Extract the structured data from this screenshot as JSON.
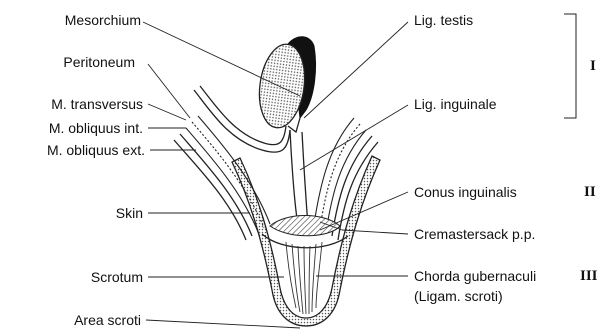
{
  "labels_left": {
    "mesorchium": "Mesorchium",
    "peritoneum": "Peritoneum",
    "m_transversus": "M. transversus",
    "m_obliquus_int": "M. obliquus int.",
    "m_obliquus_ext": "M. obliquus ext.",
    "skin": "Skin",
    "scrotum": "Scrotum",
    "area_scroti": "Area scroti"
  },
  "labels_right": {
    "lig_testis": "Lig. testis",
    "lig_inguinale": "Lig. inguinale",
    "conus_inguinalis": "Conus inguinalis",
    "cremastersack": "Cremastersack p.p.",
    "chorda_gubernaculi": "Chorda gubernaculi",
    "ligam_scroti": "(Ligam. scroti)"
  },
  "stage_markers": {
    "stage_1": "I",
    "stage_2": "II",
    "stage_3": "III"
  }
}
